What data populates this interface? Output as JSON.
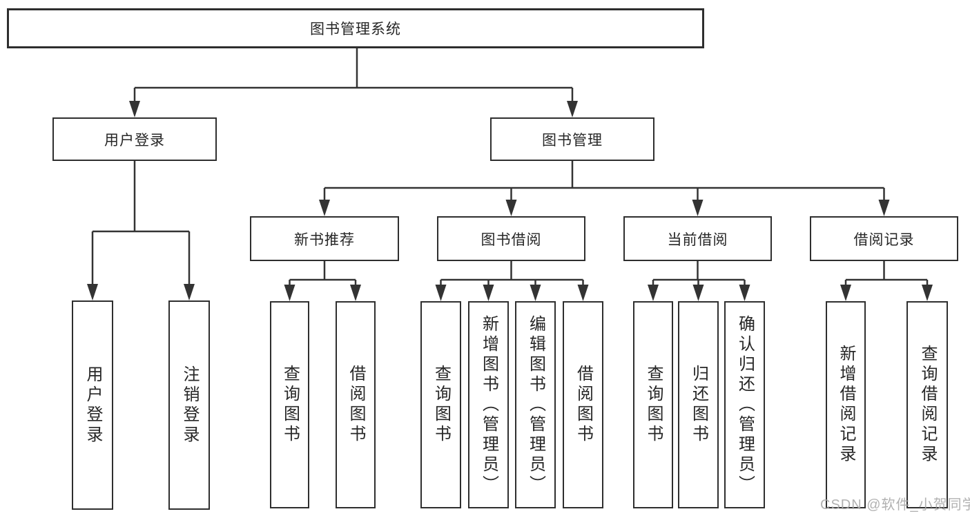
{
  "diagram": {
    "root": {
      "label": "图书管理系统"
    },
    "branches": [
      {
        "label": "用户登录",
        "children": [
          {
            "label": "用户登录"
          },
          {
            "label": "注销登录"
          }
        ]
      },
      {
        "label": "图书管理",
        "children": [
          {
            "label": "新书推荐",
            "children": [
              {
                "label": "查询图书"
              },
              {
                "label": "借阅图书"
              }
            ]
          },
          {
            "label": "图书借阅",
            "children": [
              {
                "label": "查询图书"
              },
              {
                "label": "新增图书（管理员）"
              },
              {
                "label": "编辑图书（管理员）"
              },
              {
                "label": "借阅图书"
              }
            ]
          },
          {
            "label": "当前借阅",
            "children": [
              {
                "label": "查询图书"
              },
              {
                "label": "归还图书"
              },
              {
                "label": "确认归还（管理员）"
              }
            ]
          },
          {
            "label": "借阅记录",
            "children": [
              {
                "label": "新增借阅记录"
              },
              {
                "label": "查询借阅记录"
              }
            ]
          }
        ]
      }
    ],
    "line_color": "#333333",
    "box_background": "#ffffff"
  },
  "watermark": {
    "text": "CSDN @软件_小贺同学"
  }
}
